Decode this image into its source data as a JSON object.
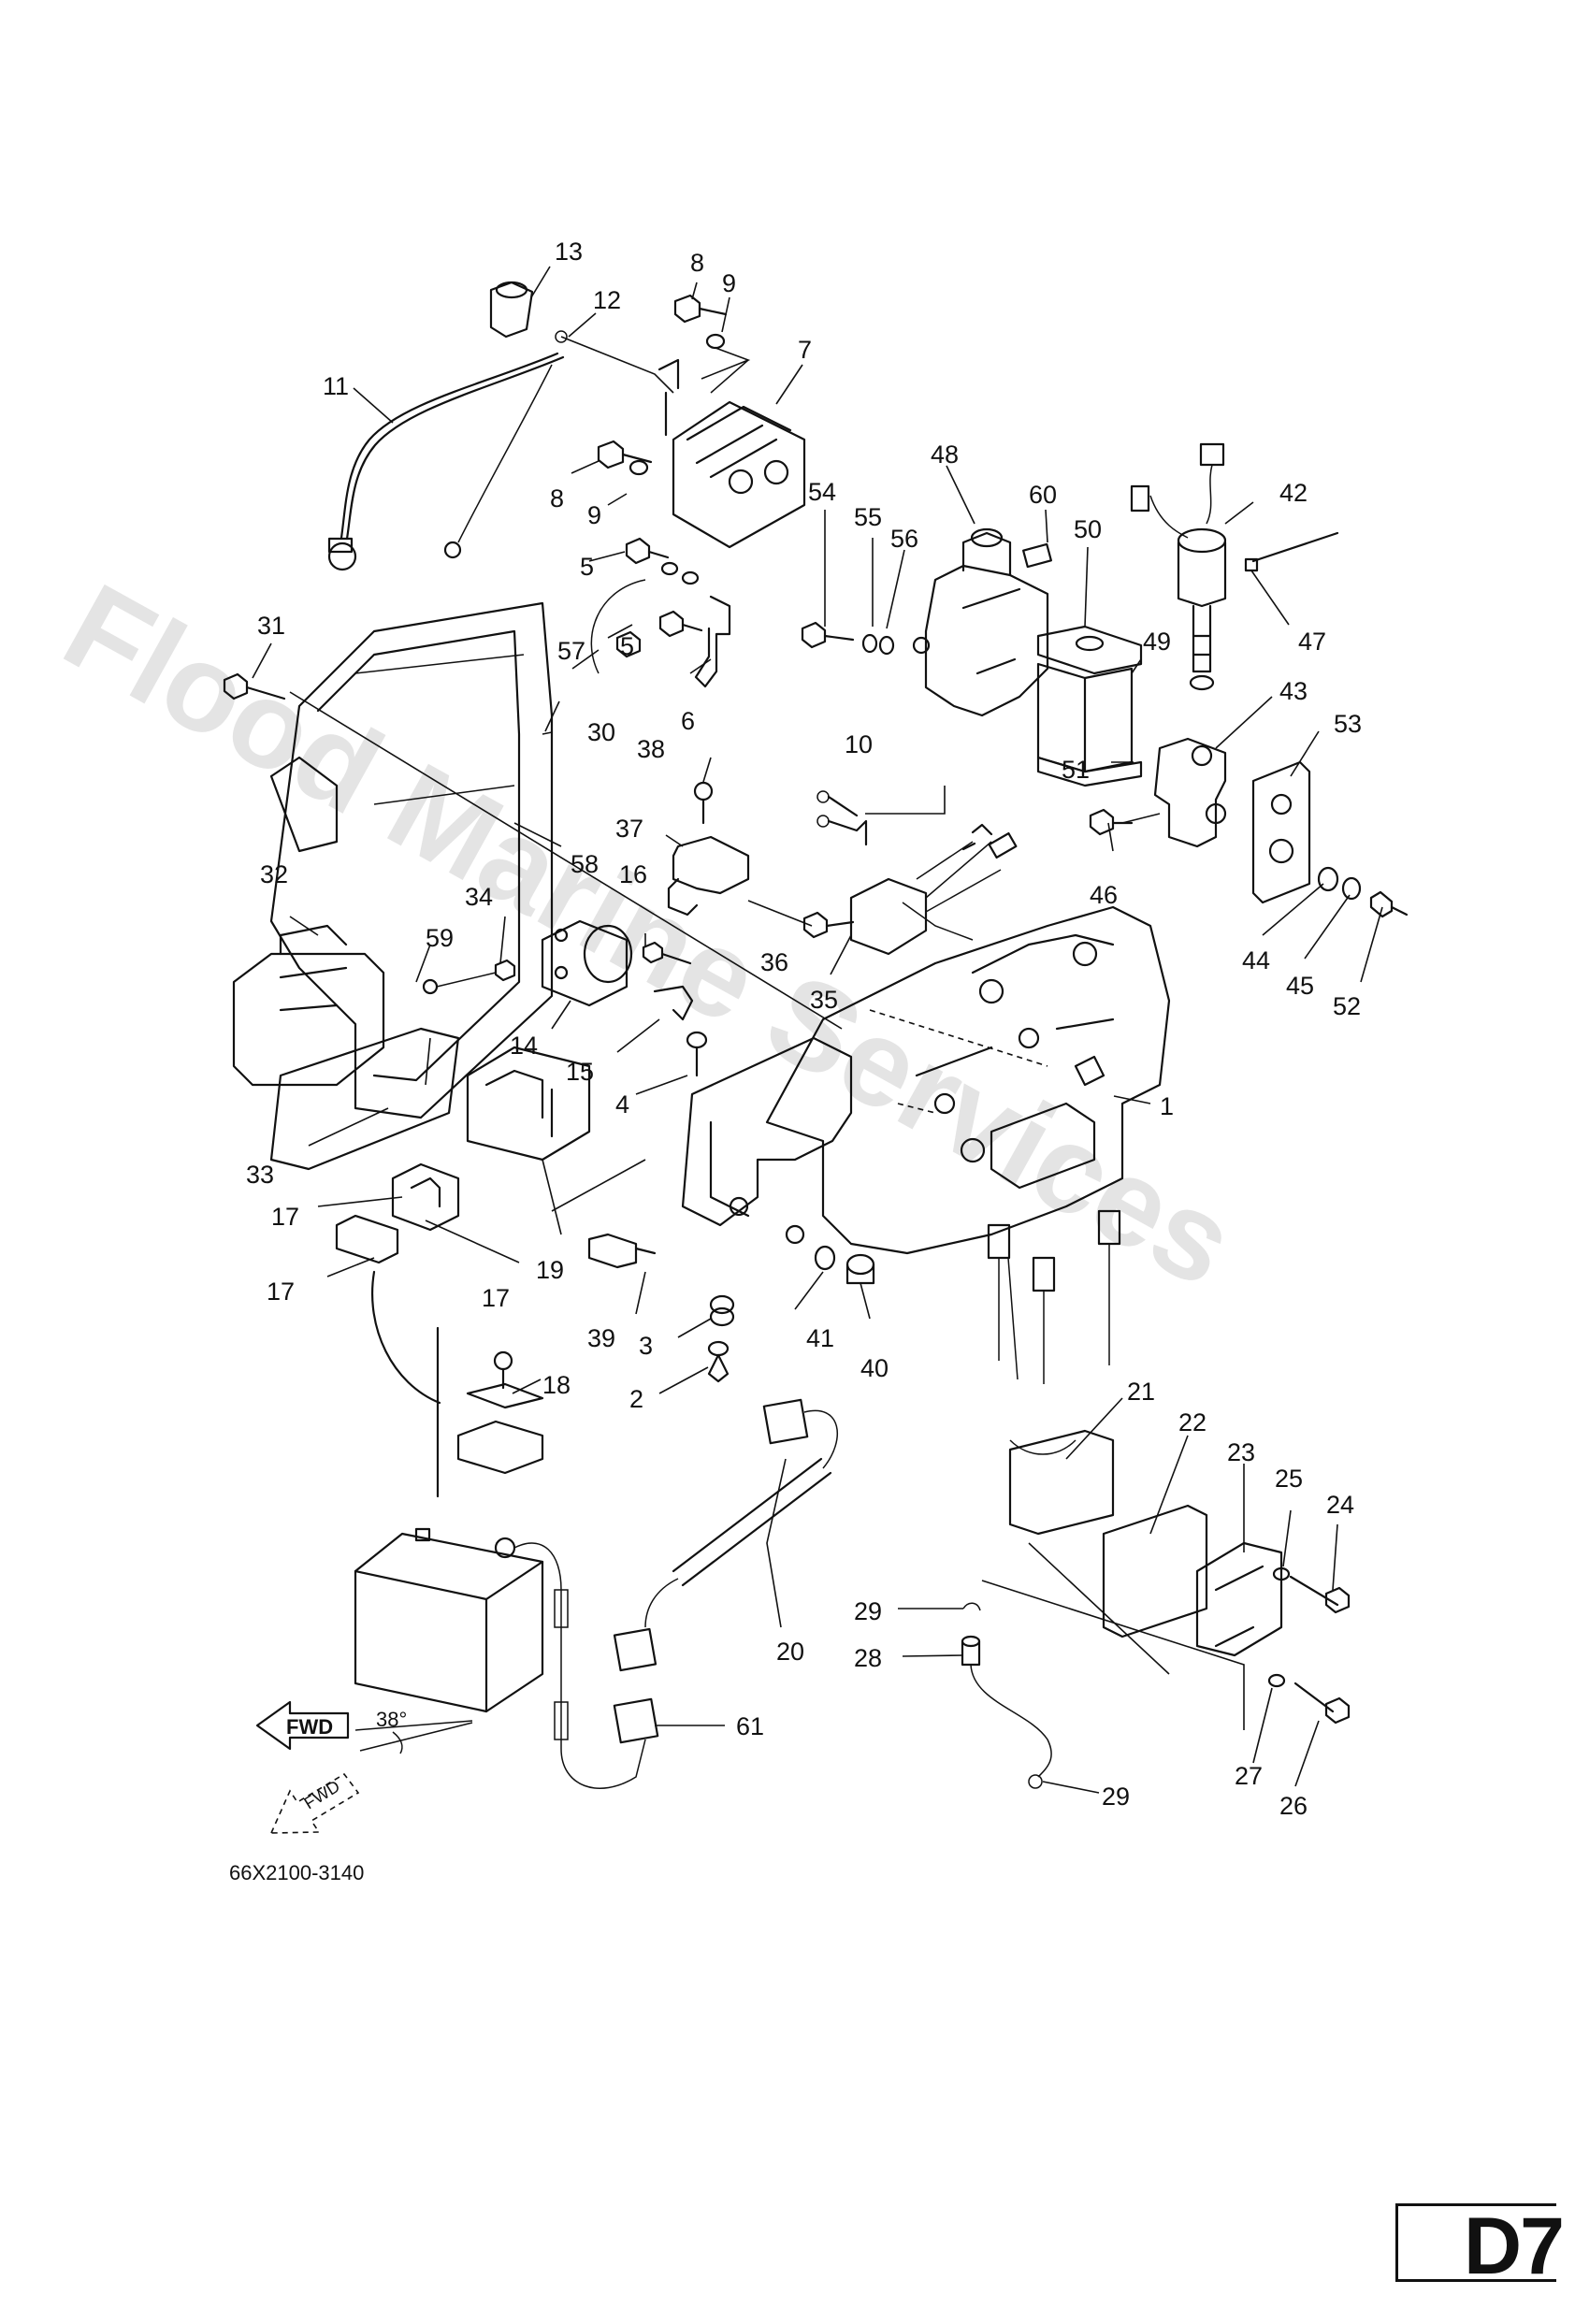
{
  "watermark": "Flood Marine Services",
  "drawing_code": "66X2100-3140",
  "page_id": "D7",
  "fwd_arrow_label": "FWD",
  "fwd_ghost_label": "FWD",
  "angle_label": "38°",
  "callouts": {
    "c1": "1",
    "c2": "2",
    "c3": "3",
    "c4": "4",
    "c5a": "5",
    "c5b": "5",
    "c6": "6",
    "c7": "7",
    "c8a": "8",
    "c8b": "8",
    "c9a": "9",
    "c9b": "9",
    "c10": "10",
    "c11": "11",
    "c12": "12",
    "c13": "13",
    "c14": "14",
    "c15": "15",
    "c16": "16",
    "c17a": "17",
    "c17b": "17",
    "c17c": "17",
    "c18": "18",
    "c19": "19",
    "c20": "20",
    "c21": "21",
    "c22": "22",
    "c23": "23",
    "c24": "24",
    "c25": "25",
    "c26": "26",
    "c27": "27",
    "c28": "28",
    "c29a": "29",
    "c29b": "29",
    "c30": "30",
    "c31": "31",
    "c32": "32",
    "c33": "33",
    "c34": "34",
    "c35": "35",
    "c36": "36",
    "c37": "37",
    "c38": "38",
    "c39": "39",
    "c40": "40",
    "c41": "41",
    "c42": "42",
    "c43": "43",
    "c44": "44",
    "c45": "45",
    "c46": "46",
    "c47": "47",
    "c48": "48",
    "c49": "49",
    "c50": "50",
    "c51": "51",
    "c52": "52",
    "c53": "53",
    "c54": "54",
    "c55": "55",
    "c56": "56",
    "c57": "57",
    "c58": "58",
    "c59": "59",
    "c60": "60",
    "c61": "61"
  }
}
